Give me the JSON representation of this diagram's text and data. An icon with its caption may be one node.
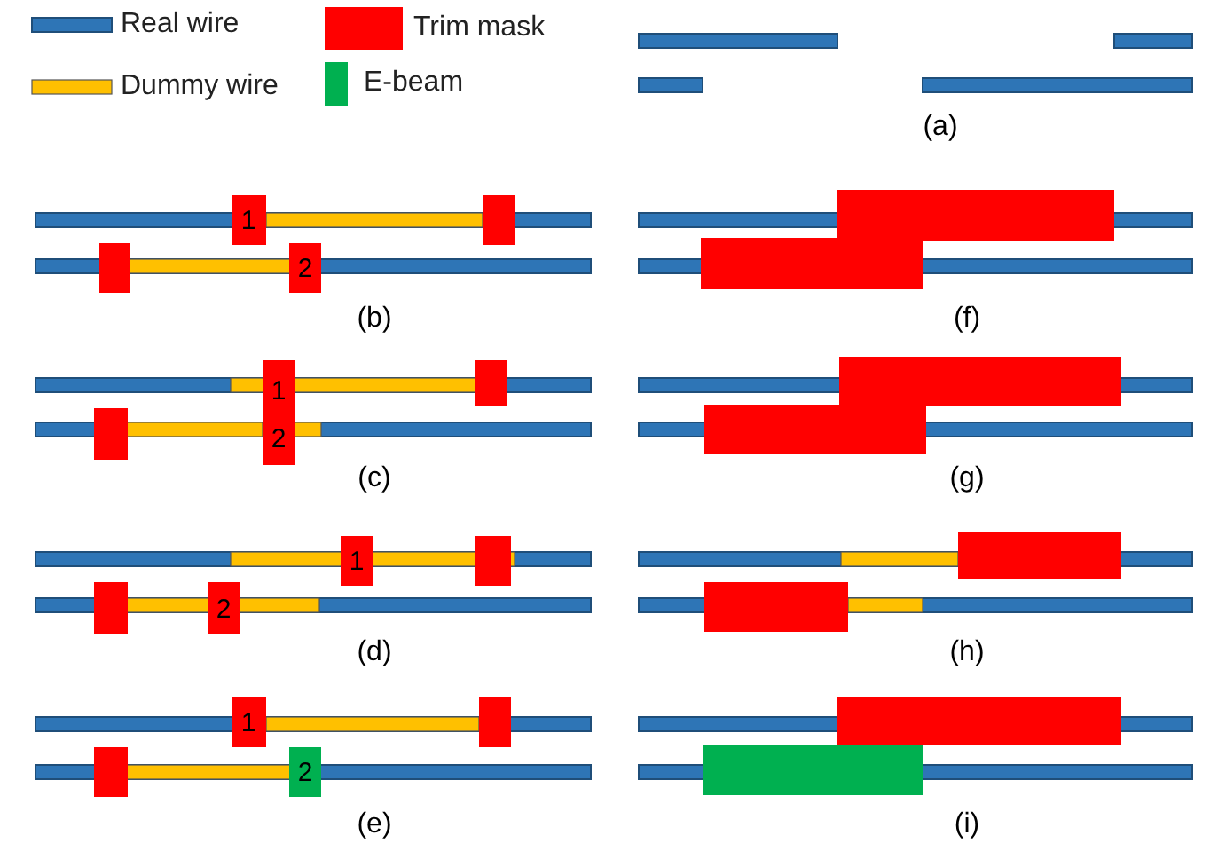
{
  "diagram": {
    "labels": [
      "(a)",
      "1",
      "2",
      "(b)",
      "(f)",
      "1",
      "2",
      "(c)",
      "(g)",
      "1",
      "2",
      "(d)",
      "(h)",
      "1",
      "2",
      "(e)",
      "(i)"
    ],
    "legend": [
      {
        "text": "Real wire",
        "color": "#2e75b6"
      },
      {
        "text": "Trim mask",
        "color": "#ff0000"
      },
      {
        "text": "Dummy wire",
        "color": "#ffc000"
      },
      {
        "text": "E-beam",
        "color": "#00b050"
      }
    ]
  }
}
